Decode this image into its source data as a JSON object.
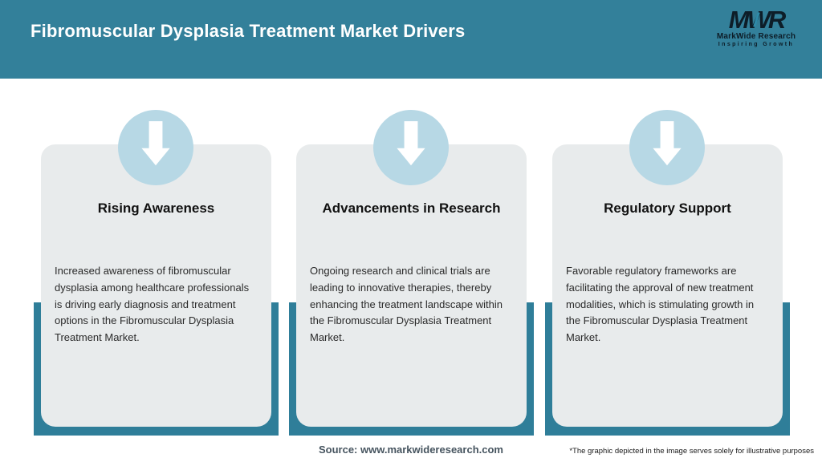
{
  "header": {
    "title": "Fibromuscular Dysplasia Treatment Market Drivers",
    "logo": {
      "monogram": "MWR",
      "name": "MarkWide Research",
      "tagline": "Inspiring Growth"
    }
  },
  "cards": [
    {
      "icon": "arrow-down-icon",
      "title": "Rising Awareness",
      "description": "Increased awareness of fibromuscular dysplasia among healthcare professionals is driving early diagnosis and treatment options in the Fibromuscular Dysplasia Treatment Market."
    },
    {
      "icon": "arrow-down-icon",
      "title": "Advancements in Research",
      "description": "Ongoing research and clinical trials are leading to innovative therapies, thereby enhancing the treatment landscape within the Fibromuscular Dysplasia Treatment Market."
    },
    {
      "icon": "arrow-down-icon",
      "title": "Regulatory Support",
      "description": "Favorable regulatory frameworks are facilitating the approval of new treatment modalities, which is stimulating growth in the Fibromuscular Dysplasia Treatment Market."
    }
  ],
  "footer": {
    "source": "Source: www.markwideresearch.com",
    "disclaimer": "*The graphic depicted in the image serves solely for illustrative purposes"
  },
  "colors": {
    "header_bg": "#33809a",
    "band": "#2f7e99",
    "card_bg": "#e8ebec",
    "circle": "#b7d8e5",
    "title_text": "#ffffff",
    "heading_text": "#111111",
    "body_text": "#2a2a2a",
    "source_text": "#46545f",
    "disclaimer_text": "#1c1c1c",
    "logo_text": "#0d1d28",
    "logo_accent": "#2e8aa8"
  }
}
